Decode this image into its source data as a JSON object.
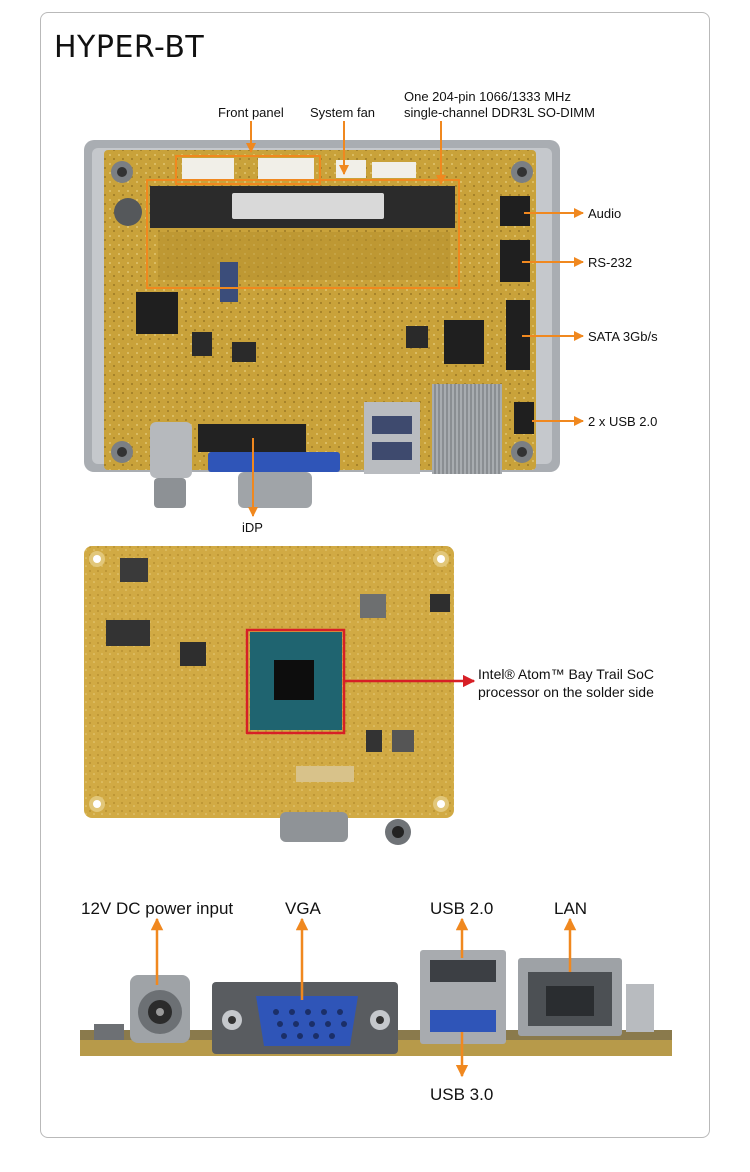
{
  "title": "HYPER-BT",
  "top_view": {
    "front_panel": "Front panel",
    "system_fan": "System fan",
    "sodimm_line1": "One 204-pin 1066/1333 MHz",
    "sodimm_line2": "single-channel DDR3L SO-DIMM",
    "audio": "Audio",
    "rs232": "RS-232",
    "sata": "SATA 3Gb/s",
    "usb2x": "2 x USB 2.0",
    "idp": "iDP"
  },
  "bottom_view": {
    "soc_line1": "Intel® Atom™ Bay Trail SoC",
    "soc_line2": "processor on the solder side"
  },
  "io_view": {
    "dc_in": "12V DC power input",
    "vga": "VGA",
    "usb20": "USB 2.0",
    "lan": "LAN",
    "usb30": "USB 3.0"
  },
  "colors": {
    "pcb": "#c9a23a",
    "pcb_dark": "#9a7a25",
    "callout_orange": "#f0881f",
    "callout_red": "#d71f26",
    "vga_blue": "#2f55b8",
    "metal": "#a9adb2"
  }
}
